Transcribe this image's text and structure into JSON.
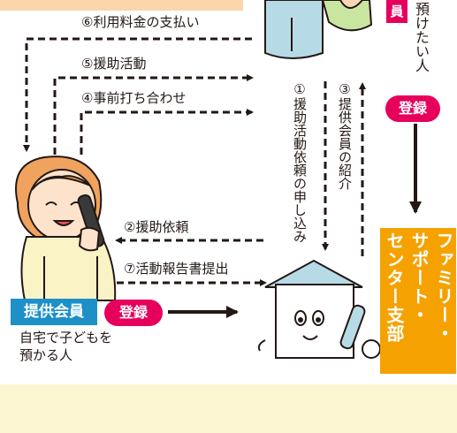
{
  "colors": {
    "accent_orange": "#f5a200",
    "registration_pink": "#e6005c",
    "provider_blue": "#1e90c8",
    "bottom_band": "#fdf6d3",
    "top_band": "#fcd5ab"
  },
  "arrows": {
    "payment": "⑥利用料金の支払い",
    "support_activity": "⑤援助活動",
    "pre_meeting": "④事前打ち合わせ",
    "support_request": "②援助依頼",
    "activity_report": "⑦活動報告書提出",
    "apply_support": "①援助活動依頼の申し込み",
    "introduce_provider": "③提供会員の紹介"
  },
  "member_user": {
    "tag_partial": "員",
    "caption_partial": "預けたい人",
    "register_badge": "登録"
  },
  "member_provider": {
    "tag": "提供会員",
    "register_badge": "登録",
    "caption_line1": "自宅で子どもを",
    "caption_line2": "預かる人"
  },
  "center": {
    "col1": "ファミリー・",
    "col2": "サポート・",
    "col3": "センター支部"
  },
  "icons": [
    "woman-phone-icon",
    "center-house-phone-icon",
    "family-icon"
  ]
}
